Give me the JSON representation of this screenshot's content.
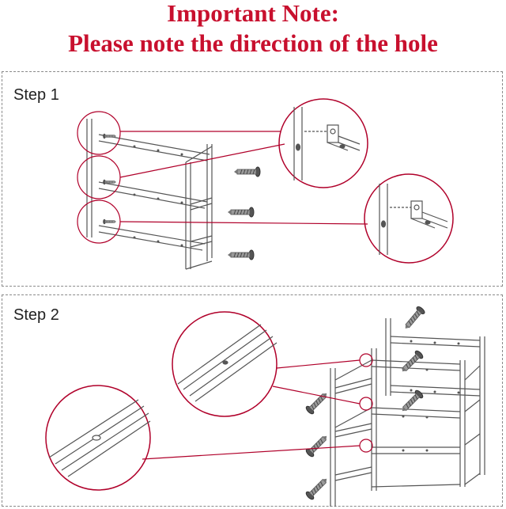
{
  "header": {
    "title_line1": "Important Note:",
    "title_line2": "Please note the direction of the hole",
    "accent_color": "#c8102e"
  },
  "steps": [
    {
      "label": "Step 1"
    },
    {
      "label": "Step 2"
    }
  ],
  "icons": [
    "screw-icon",
    "callout-circle",
    "bracket-hole-detail"
  ]
}
